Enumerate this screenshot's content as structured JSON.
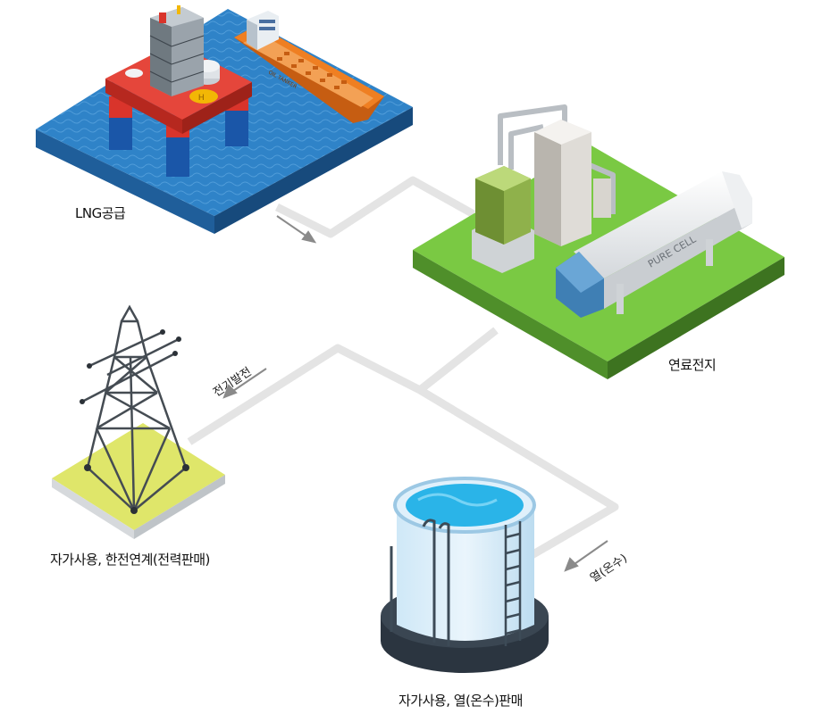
{
  "labels": {
    "lng_supply": "LNG공급",
    "fuel_cell": "연료전지",
    "power_generation": "전기발전",
    "heat_hot_water": "열(온수)",
    "grid_sales": "자가사용, 한전연계(전력판매)",
    "heat_sales": "자가사용, 열(온수)판매"
  },
  "equipment_text": {
    "fuel_cell_tank": "PURE CELL",
    "tanker_hull": "OIL TANKER"
  },
  "colors": {
    "sea": "#2f83c8",
    "sea_dark": "#1f5e9a",
    "grass": "#7ac943",
    "grass_dark": "#4f8f2a",
    "pad": "#dfe66a",
    "pipe": "#e3e3e3",
    "platform_red": "#d9342b",
    "tanker_orange": "#ef7f22",
    "water": "#2ab4e8",
    "tank_base": "#2b3540"
  }
}
